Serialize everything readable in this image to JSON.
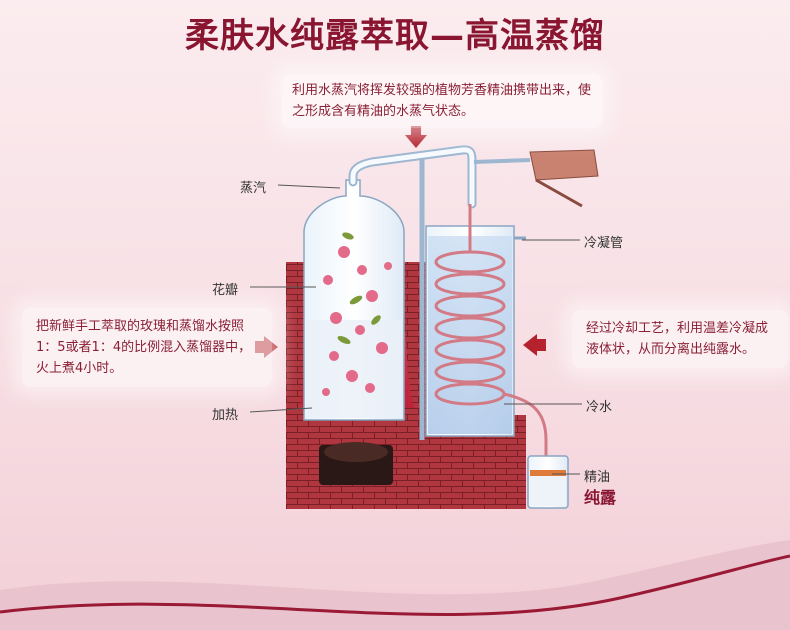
{
  "title": "柔肤水纯露萃取—高温蒸馏",
  "notes": {
    "top": "利用水蒸汽将挥发较强的植物芳香精油携带出来，使之形成含有精油的水蒸气状态。",
    "left": "把新鲜手工萃取的玫瑰和蒸馏水按照1：5或者1：4的比例混入蒸馏器中，火上煮4小时。",
    "right": "经过冷却工艺，利用温差冷凝成液体状，从而分离出纯露水。"
  },
  "labels": {
    "steam": "蒸汽",
    "petals": "花瓣",
    "heating": "加热",
    "condenser": "冷凝管",
    "cold_water": "冷水",
    "essential_oil": "精油",
    "hydrosol": "纯露"
  },
  "colors": {
    "title": "#8a1530",
    "accent": "#b5222e",
    "brick": "#a8323b",
    "wave": "#9a1a35"
  },
  "icons": [
    "arrow-down-icon",
    "arrow-right-icon",
    "arrow-left-icon"
  ]
}
